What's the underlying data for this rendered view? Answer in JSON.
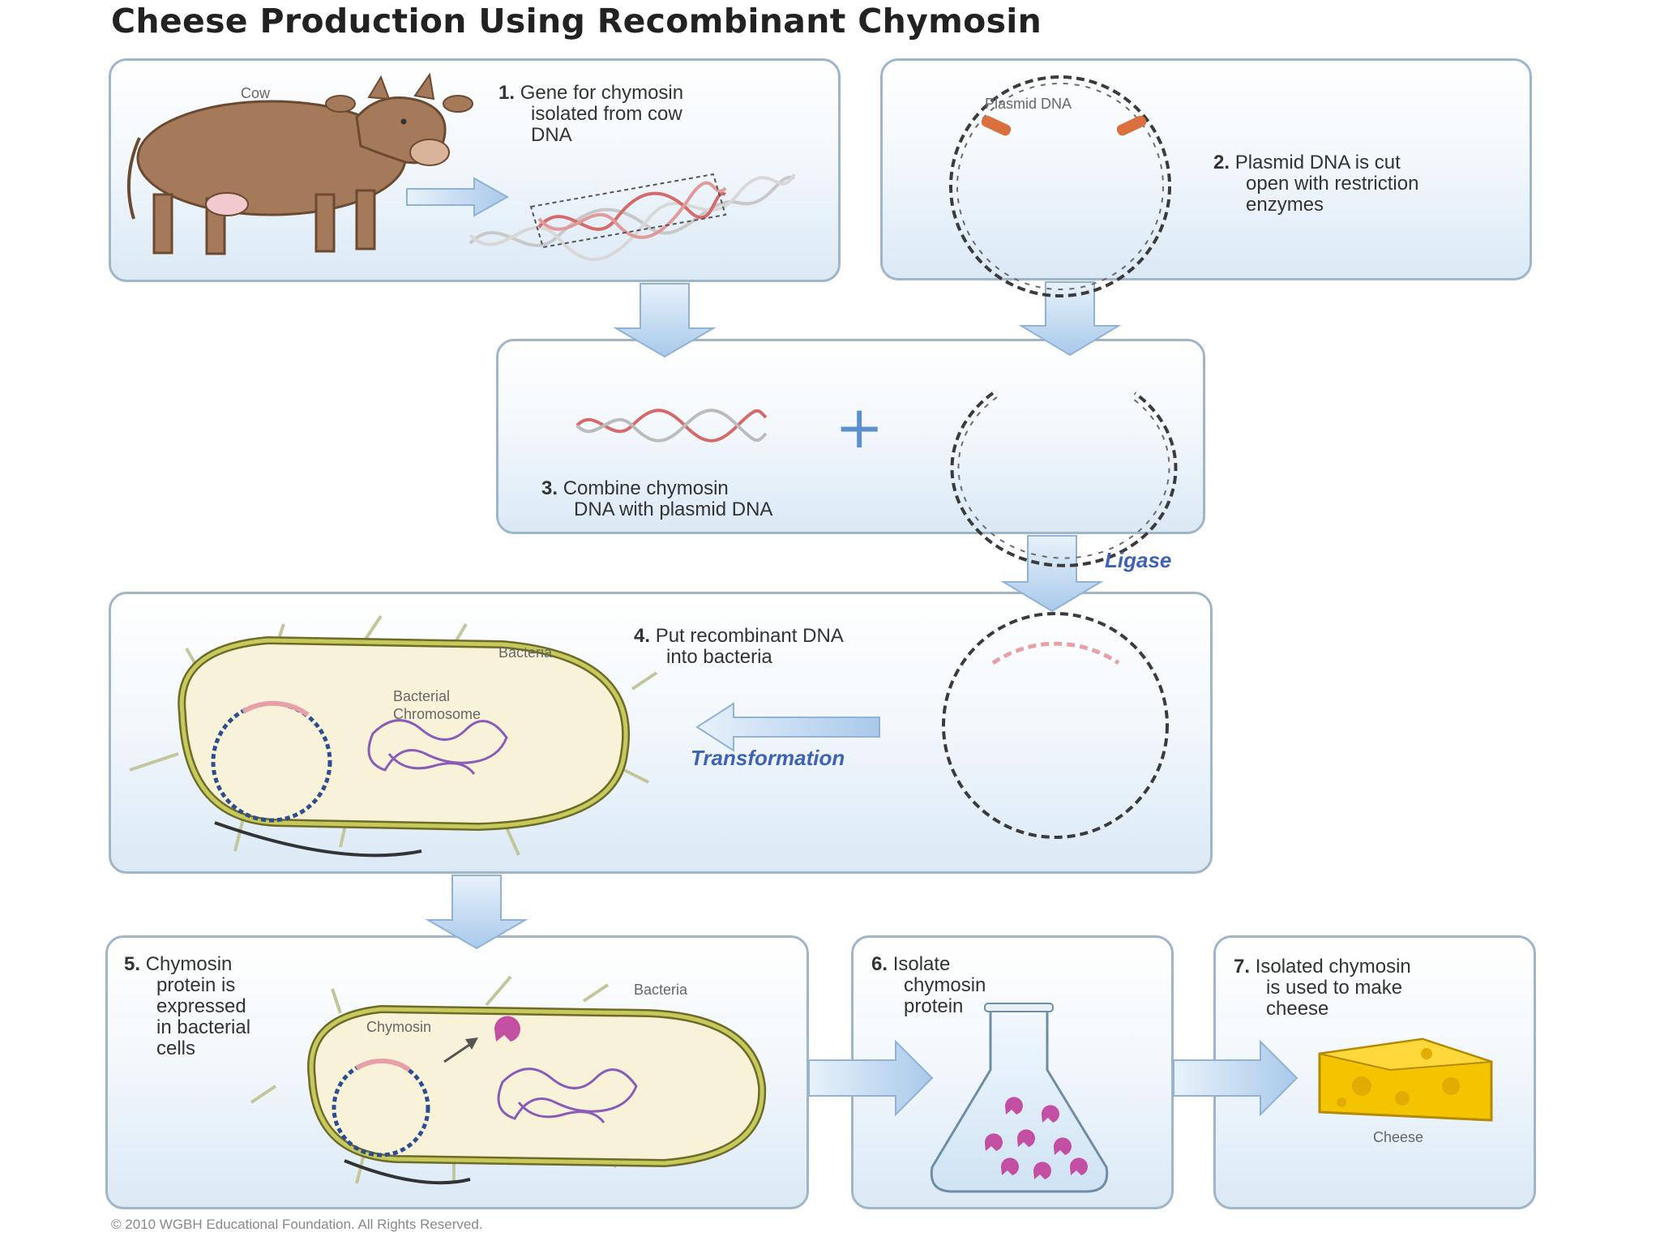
{
  "title": "Cheese Production Using Recombinant Chymosin",
  "steps": [
    {
      "num": "1.",
      "text_lines": [
        "Gene for chymosin",
        "isolated from cow",
        "DNA"
      ]
    },
    {
      "num": "2.",
      "text_lines": [
        "Plasmid DNA is cut",
        "open with restriction",
        "enzymes"
      ]
    },
    {
      "num": "3.",
      "text_lines": [
        "Combine chymosin",
        "DNA with plasmid DNA"
      ]
    },
    {
      "num": "4.",
      "text_lines": [
        "Put recombinant DNA",
        "into bacteria"
      ]
    },
    {
      "num": "5.",
      "text_lines": [
        "Chymosin",
        "protein is",
        "expressed",
        "in bacterial",
        "cells"
      ]
    },
    {
      "num": "6.",
      "text_lines": [
        "Isolate",
        "chymosin",
        "protein"
      ]
    },
    {
      "num": "7.",
      "text_lines": [
        "Isolated chymosin",
        "is used to make",
        "cheese"
      ]
    }
  ],
  "labels": {
    "cow": "Cow",
    "plasmid_dna": "Plasmid DNA",
    "ligase": "Ligase",
    "bacteria_1": "Bacteria",
    "bacterial_chromosome": [
      "Bacterial",
      "Chromosome"
    ],
    "transformation": "Transformation",
    "bacteria_2": "Bacteria",
    "chymosin": "Chymosin",
    "cheese": "Cheese",
    "plus": "+"
  },
  "copyright": "© 2010 WGBH Educational Foundation. All Rights Reserved.",
  "colors": {
    "panel_border": "#9fb5c8",
    "arrow_fill": "#b9d4ee",
    "dna_red": "#d46a6a",
    "plasmid_dark": "#3b3b3b",
    "cell_wall": "#b7b94a",
    "cell_fill": "#f8f3d8",
    "chromosome": "#8a5cb8",
    "chymosin": "#c34fa3",
    "cheese": "#f5c400"
  }
}
